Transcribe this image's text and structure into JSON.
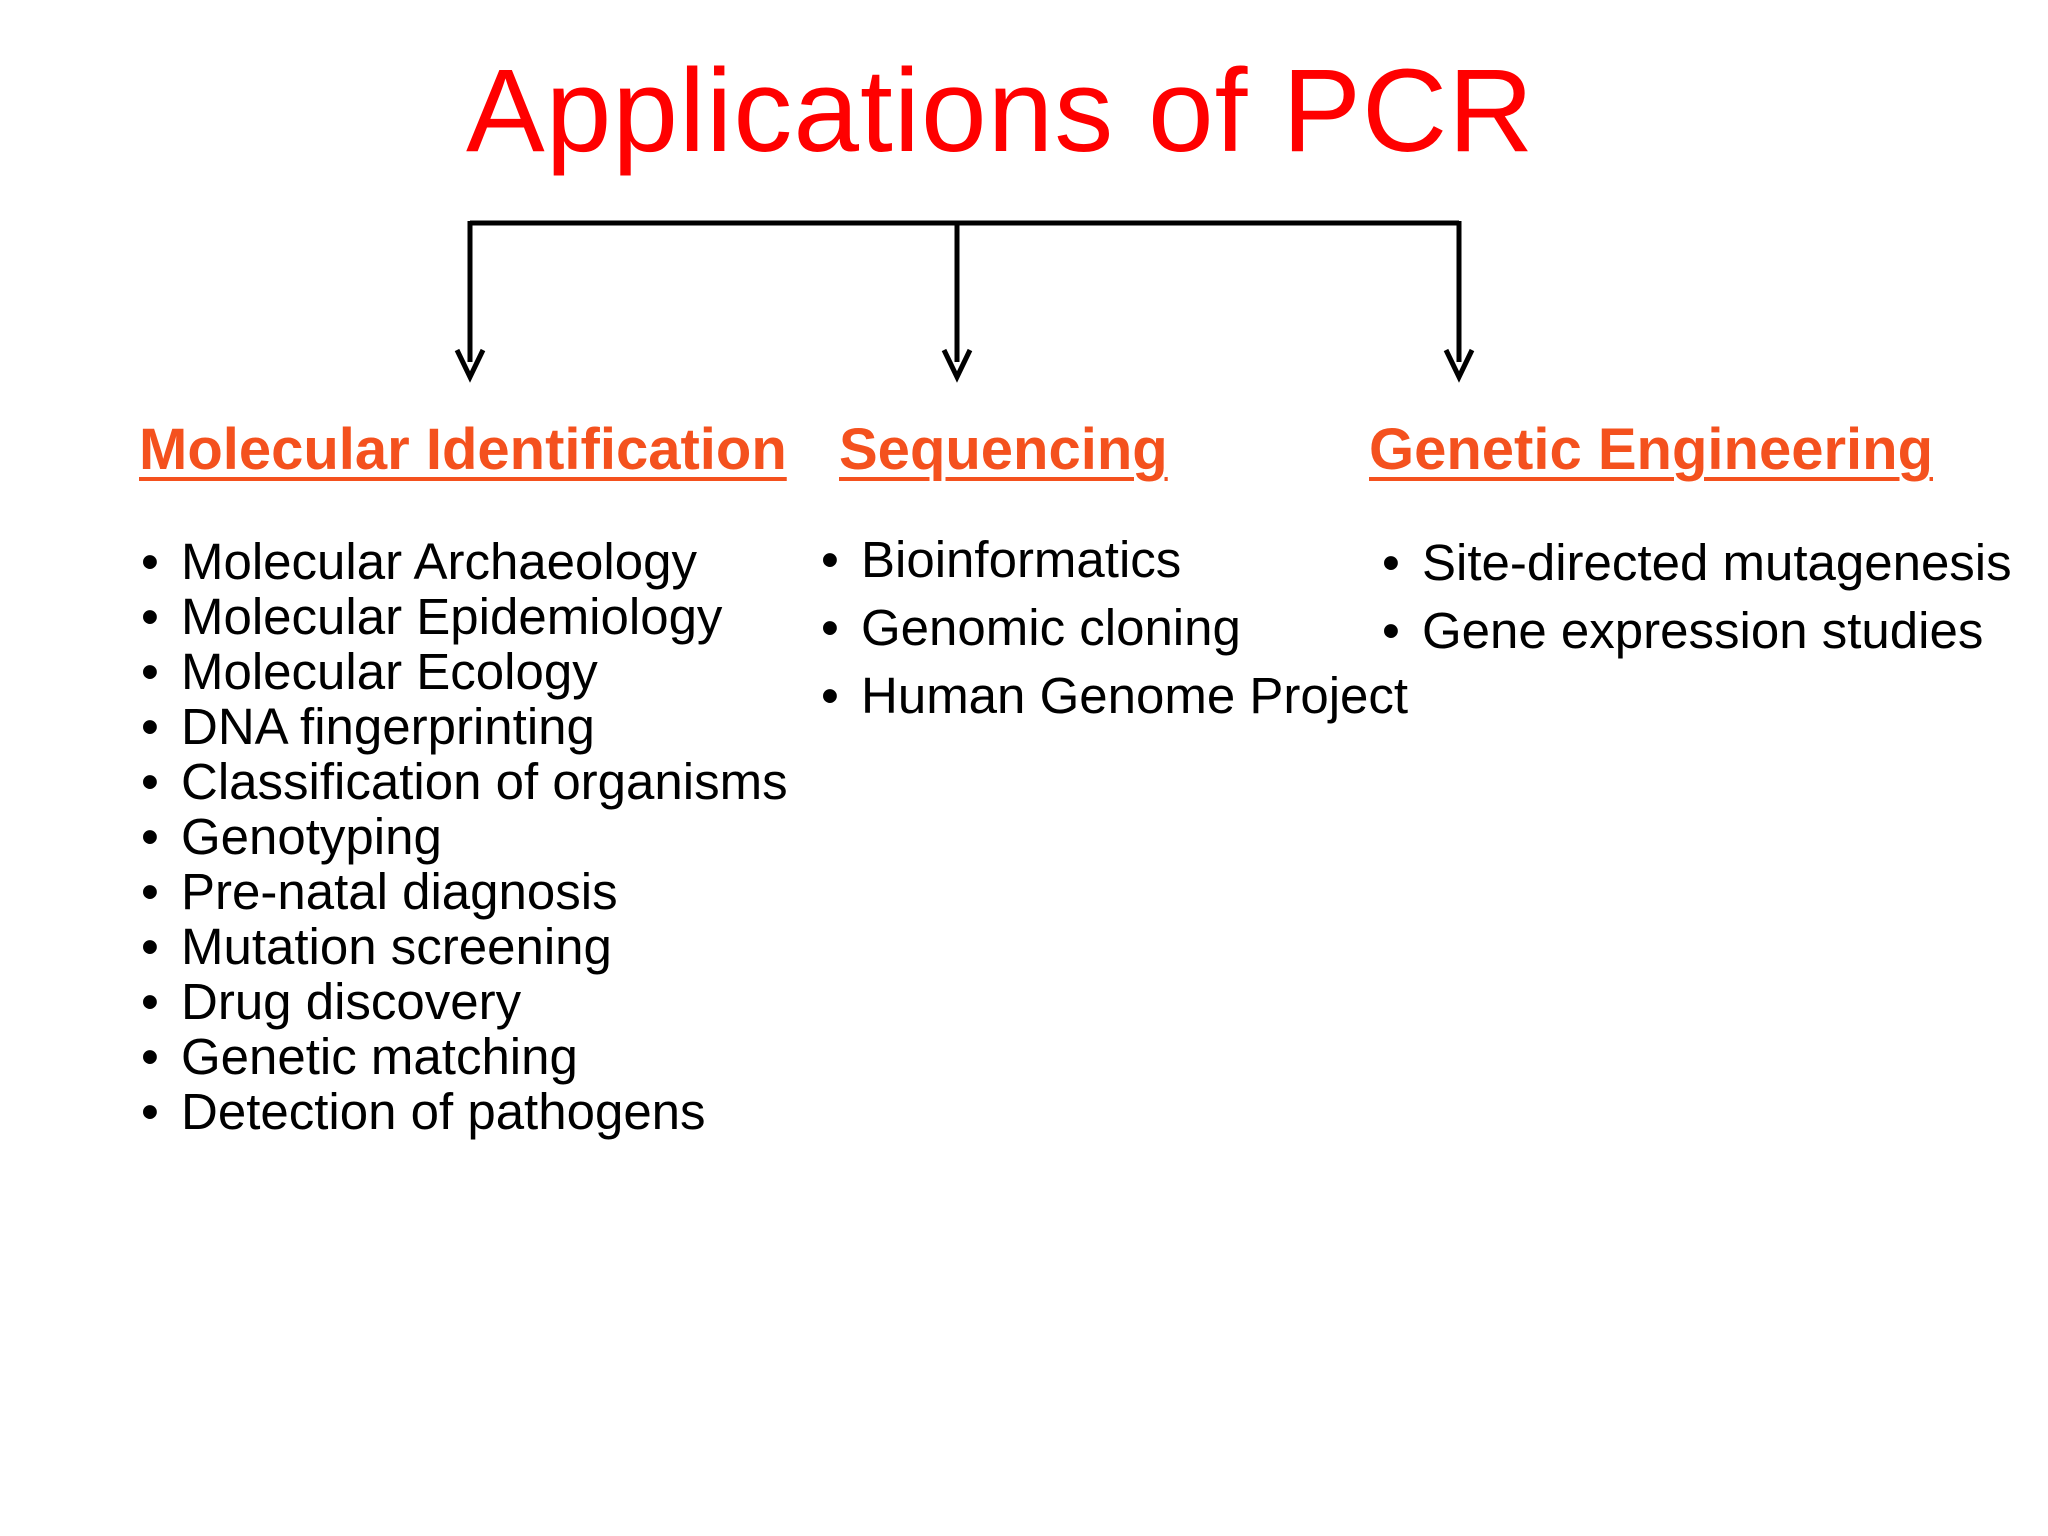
{
  "title": "Applications of PCR",
  "colors": {
    "title": "#ff0000",
    "category": "#f4511e",
    "text": "#000000",
    "connector": "#000000"
  },
  "categories": [
    {
      "title": "Molecular Identification",
      "items": [
        "Molecular Archaeology",
        "Molecular Epidemiology",
        "Molecular Ecology",
        "DNA fingerprinting",
        "Classification of organisms",
        "Genotyping",
        "Pre-natal diagnosis",
        "Mutation screening",
        "Drug discovery",
        "Genetic matching",
        "Detection of pathogens"
      ]
    },
    {
      "title": "Sequencing",
      "items": [
        "Bioinformatics",
        "Genomic cloning",
        "Human Genome Project"
      ]
    },
    {
      "title": "Genetic Engineering",
      "items": [
        "Site-directed mutagenesis",
        "Gene expression studies"
      ]
    }
  ]
}
